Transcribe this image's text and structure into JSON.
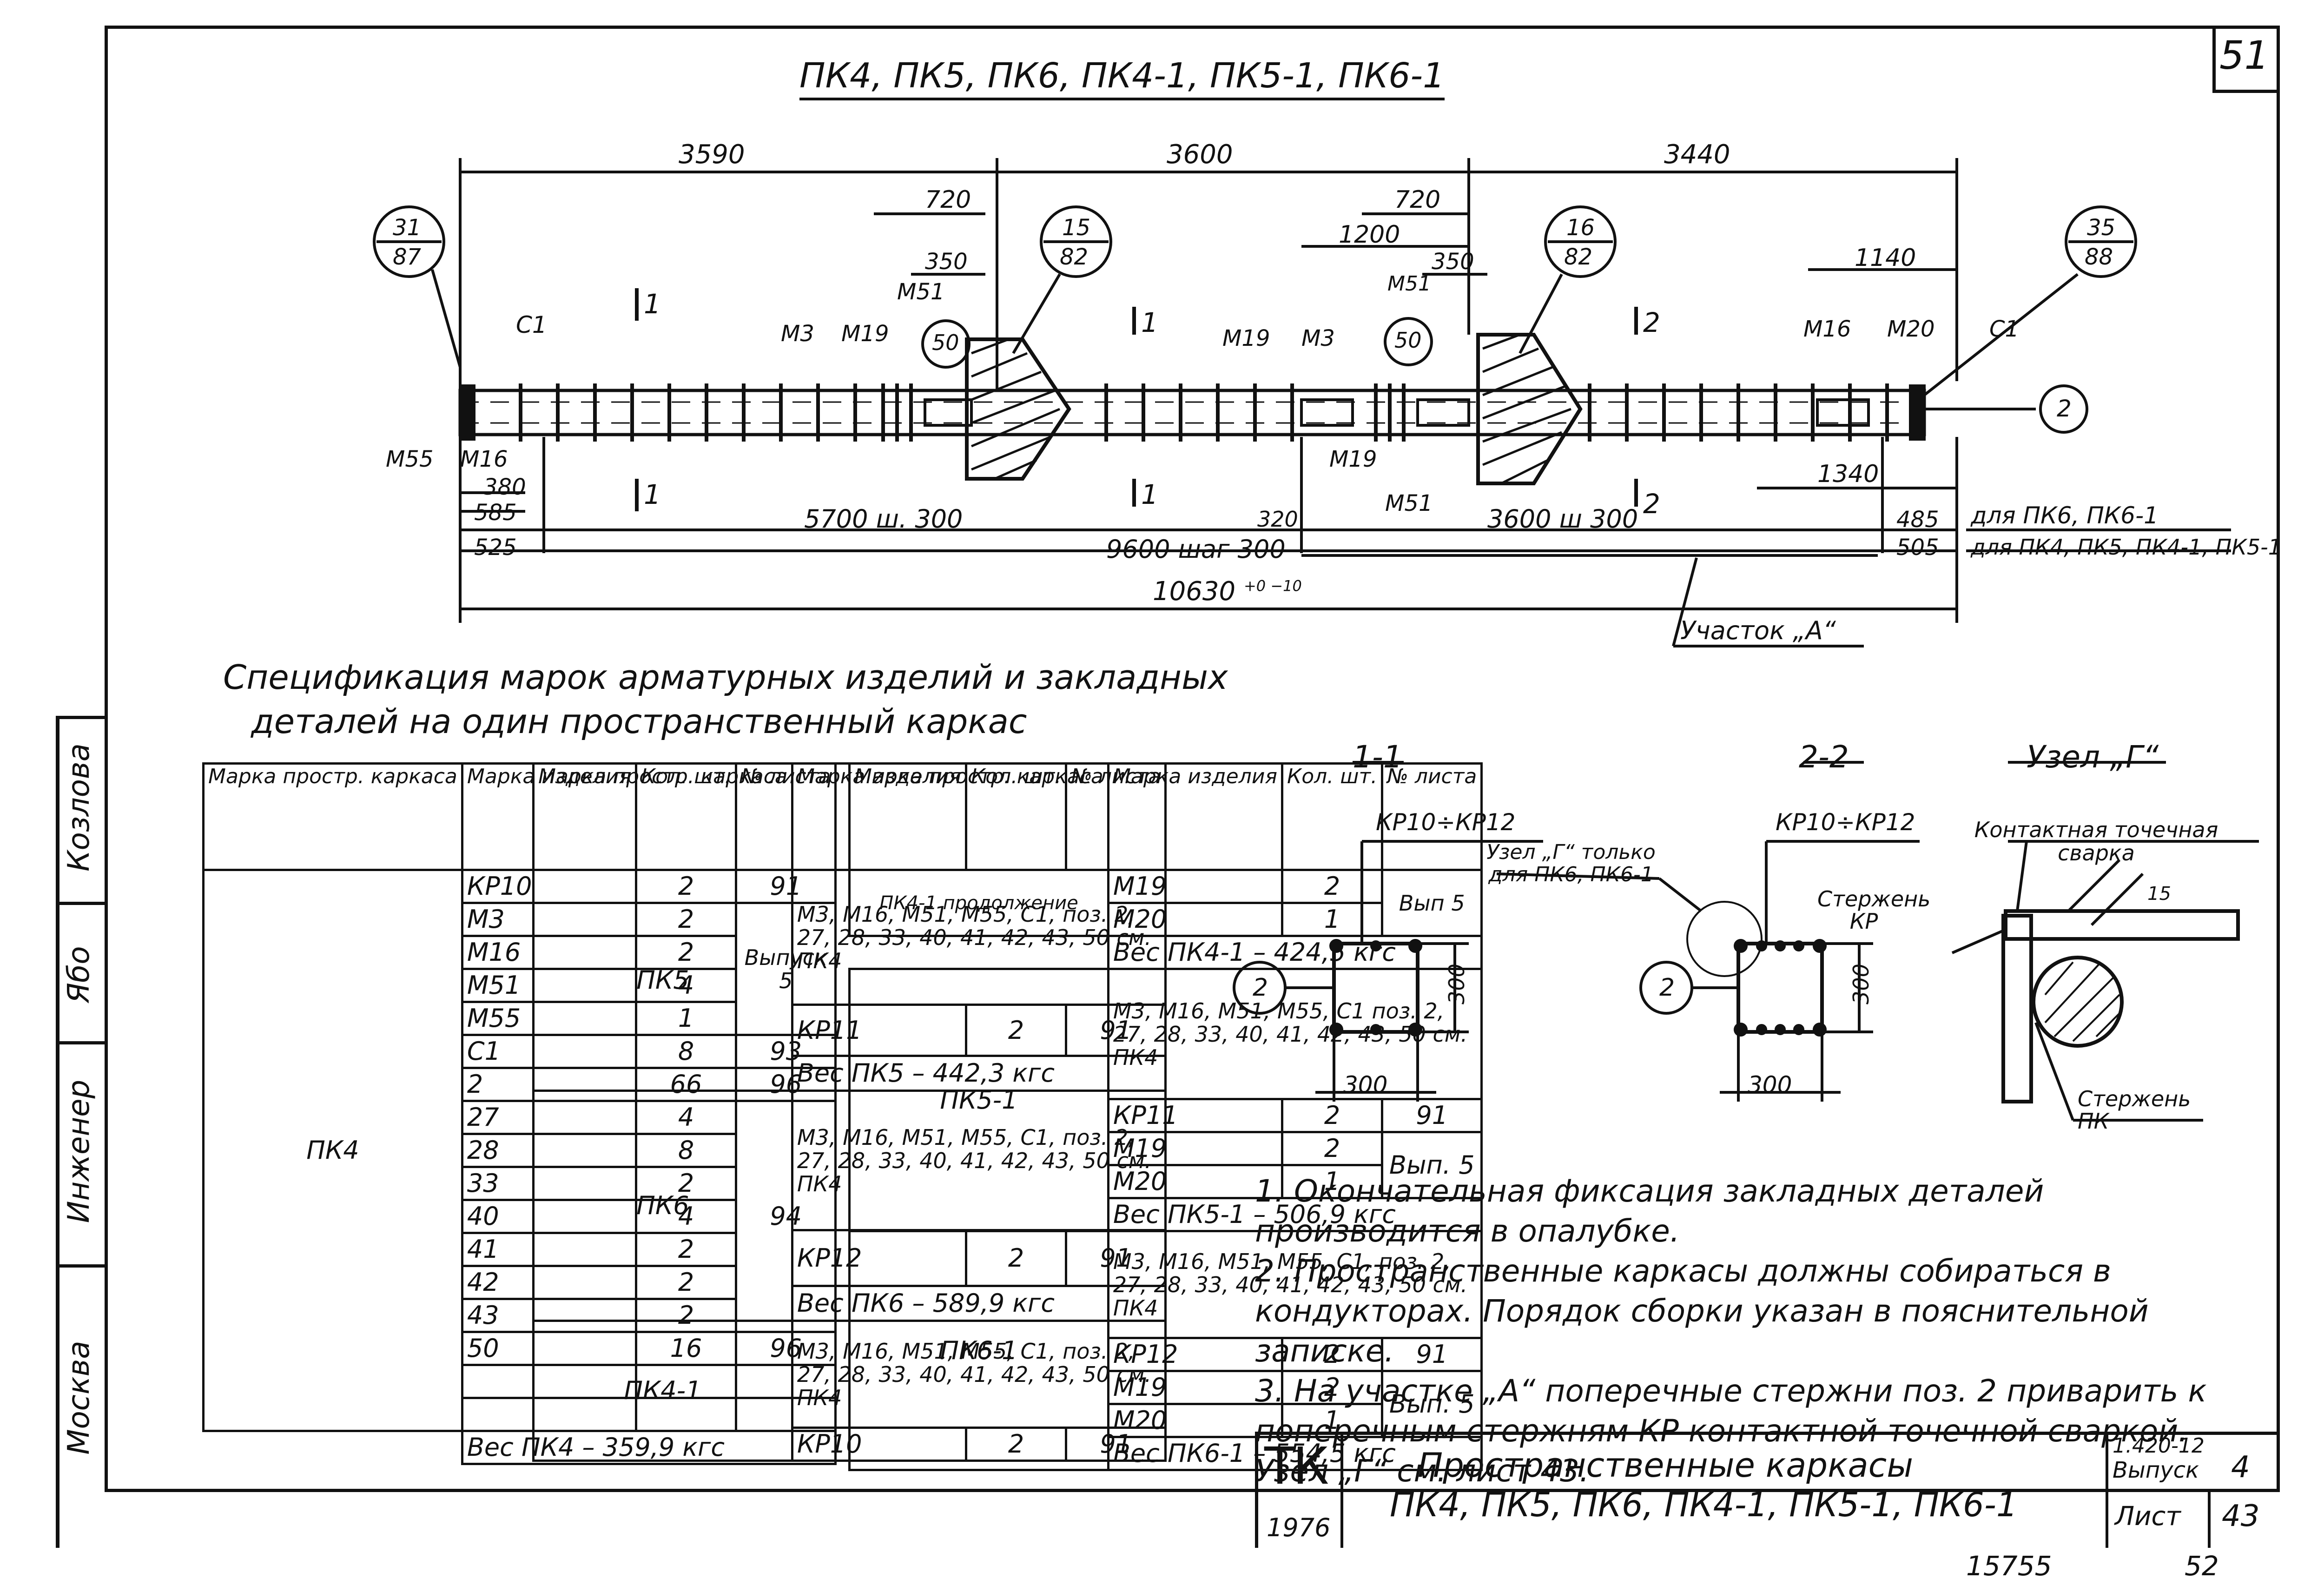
{
  "sheet": {
    "page_number": "51",
    "title": "ПК4, ПК5, ПК6, ПК4-1, ПК5-1, ПК6-1",
    "footer_left": "15755",
    "footer_right": "52"
  },
  "sidebar": {
    "author": "Козлова",
    "signature": "Ябо",
    "role": "Инженер",
    "city": "Москва"
  },
  "elevation": {
    "dims_top": [
      "3590",
      "3600",
      "3440"
    ],
    "dims_mid": [
      "720",
      "720",
      "1200",
      "350",
      "350",
      "1140"
    ],
    "callouts": [
      {
        "top": "31",
        "bottom": "87"
      },
      {
        "top": "15",
        "bottom": "82"
      },
      {
        "top": "16",
        "bottom": "82"
      },
      {
        "top": "35",
        "bottom": "88"
      }
    ],
    "circle_50": "50",
    "circle_2": "2",
    "labels": [
      "C1",
      "M55",
      "M16",
      "M3",
      "M19",
      "M51",
      "M51",
      "M19",
      "M3",
      "M19",
      "M51",
      "M16",
      "M20",
      "C1"
    ],
    "section_marks": [
      "1",
      "1",
      "1",
      "1",
      "2",
      "2"
    ],
    "dims_bottom_small": [
      "380",
      "585",
      "525",
      "320",
      "485",
      "505",
      "1340"
    ],
    "spacing_1": "5700 ш. 300",
    "spacing_2": "3600 ш 300",
    "spacing_3": "9600 шаг 300",
    "total": "10630",
    "total_tol": "+0 −10",
    "note_pk6": "для ПК6, ПК6-1",
    "note_pk4": "для ПК4, ПК5, ПК4-1, ПК5-1",
    "segment_label": "Участок „А“"
  },
  "spec_title": [
    "Спецификация марок арматурных изделий и закладных",
    "деталей на один пространственный каркас"
  ],
  "table_headers": {
    "col1": "Марка простр. каркаса",
    "col2": "Марка изделия",
    "col3": "Кол. шт.",
    "col4": "№ листа"
  },
  "table1": {
    "mark": "ПК4",
    "rows": [
      [
        "КР10",
        "2",
        "91"
      ],
      [
        "М3",
        "2",
        ""
      ],
      [
        "М16",
        "2",
        "Выпуск 5"
      ],
      [
        "М51",
        "4",
        ""
      ],
      [
        "М55",
        "1",
        ""
      ],
      [
        "С1",
        "8",
        "93"
      ],
      [
        "2",
        "66",
        "96"
      ],
      [
        "27",
        "4",
        ""
      ],
      [
        "28",
        "8",
        ""
      ],
      [
        "33",
        "2",
        "94"
      ],
      [
        "40",
        "4",
        ""
      ],
      [
        "41",
        "2",
        ""
      ],
      [
        "42",
        "2",
        ""
      ],
      [
        "43",
        "2",
        ""
      ],
      [
        "50",
        "16",
        "96"
      ],
      [
        "",
        "",
        ""
      ],
      [
        "",
        "",
        ""
      ]
    ],
    "weight": "Вес ПК4 – 359,9 кгс"
  },
  "table2": {
    "pk5_mark": "ПК5",
    "pk5_desc": "М3, М16, М51, М55, С1, поз. 2, 27, 28, 33, 40, 41, 42, 43, 50 см. ПК4",
    "pk5_row": [
      "КР11",
      "2",
      "91"
    ],
    "pk5_weight": "Вес ПК5 – 442,3 кгс",
    "pk6_mark": "ПК6",
    "pk6_desc": "М3, М16, М51, М55, С1, поз. 2, 27, 28, 33, 40, 41, 42, 43, 50 см. ПК4",
    "pk6_row": [
      "КР12",
      "2",
      "91"
    ],
    "pk6_weight": "Вес ПК6 – 589,9 кгс",
    "pk41_mark": "ПК4-1",
    "pk41_desc": "М3, М16, М51, М55, С1, поз. 2, 27, 28, 33, 40, 41, 42, 43, 50 см. ПК4",
    "pk41_row": [
      "КР10",
      "2",
      "91"
    ]
  },
  "table3": {
    "pk41_mark": "ПК4-1 продолжение",
    "pk41_rows": [
      [
        "М19",
        "2",
        "Вып 5"
      ],
      [
        "М20",
        "1",
        ""
      ]
    ],
    "pk41_weight": "Вес ПК4-1 – 424,5 кгс",
    "pk51_mark": "ПК5-1",
    "pk51_desc": "М3, М16, М51, М55, С1 поз. 2, 27, 28, 33, 40, 41, 42, 43, 50 см. ПК4",
    "pk51_rows": [
      [
        "КР11",
        "2",
        "91"
      ],
      [
        "М19",
        "2",
        "Вып. 5"
      ],
      [
        "М20",
        "1",
        ""
      ]
    ],
    "pk51_weight": "Вес ПК5-1 – 506,9 кгс",
    "pk61_mark": "ПК6-1",
    "pk61_desc": "М3, М16, М51, М55, С1, поз. 2, 27, 28, 33, 40, 41, 42, 43, 50 см. ПК4",
    "pk61_rows": [
      [
        "КР12",
        "2",
        "91"
      ],
      [
        "М19",
        "2",
        "Вып. 5"
      ],
      [
        "М20",
        "1",
        ""
      ]
    ],
    "pk61_weight": "Вес ПК6-1 – 554,5 кгс"
  },
  "sections": {
    "s1_title": "1-1",
    "s1_label": "КР10÷КР12",
    "s1_dim_h": "300",
    "s1_dim_w": "300",
    "s1_circle": "2",
    "s2_title": "2-2",
    "s2_label": "КР10÷КР12",
    "s2_note": "Узел „Г“ только для ПК6, ПК6-1",
    "s2_dim_h": "300",
    "s2_dim_w": "300",
    "s2_circle": "2",
    "node_title": "Узел „Г“",
    "node_weld": "Контактная точечная сварка",
    "node_rod_kp": "Стержень КР",
    "node_rod_pk": "Стержень ПК",
    "node_dim": "15"
  },
  "notes": [
    "1. Окончательная фиксация закладных деталей производится в опалубке.",
    "2. Пространственные каркасы должны собираться в кондукторах. Порядок сборки указан в пояснительной записке.",
    "3. На участке „А“ поперечные стержни поз. 2 приварить к поперечным стержням КР контактной точечной сваркой. Узел „Г“ см. лист 43."
  ],
  "titleblock": {
    "logo": "ТК",
    "year": "1976",
    "title_1": "Пространственные каркасы",
    "title_2": "ПК4, ПК5, ПК6, ПК4-1, ПК5-1, ПК6-1",
    "series": "1.420-12",
    "issue_label": "Выпуск",
    "issue": "4",
    "sheet_label": "Лист",
    "sheet": "43"
  }
}
